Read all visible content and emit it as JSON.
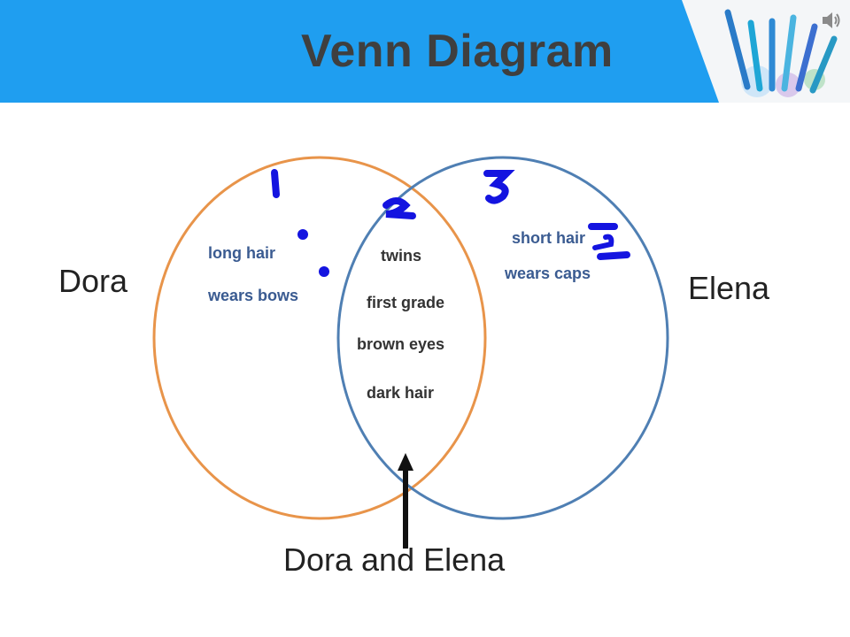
{
  "title": "Venn Diagram",
  "left_set": {
    "name": "Dora",
    "items": [
      "long hair",
      "wears bows"
    ]
  },
  "right_set": {
    "name": "Elena",
    "items": [
      "short hair",
      "wears caps"
    ]
  },
  "overlap": {
    "name": "Dora and Elena",
    "items": [
      "twins",
      "first grade",
      "brown eyes",
      "dark hair"
    ]
  },
  "colors": {
    "header": "#1f9ef0",
    "left_circle": "#e8944a",
    "right_circle": "#4f7fb3",
    "annotation": "#1414e0"
  },
  "icons": [
    "speaker-icon",
    "pencils-decoration"
  ]
}
